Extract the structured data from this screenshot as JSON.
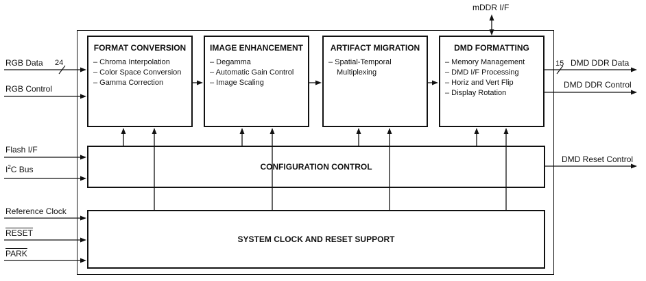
{
  "blocks": [
    {
      "title": "FORMAT CONVERSION",
      "items": [
        "– Chroma Interpolation",
        "– Color Space Conversion",
        "– Gamma Correction"
      ]
    },
    {
      "title": "IMAGE ENHANCEMENT",
      "items": [
        "– Degamma",
        "– Automatic Gain Control",
        "– Image Scaling"
      ]
    },
    {
      "title": "ARTIFACT MIGRATION",
      "items": [
        "– Spatial-Temporal Multiplexing"
      ]
    },
    {
      "title": "DMD FORMATTING",
      "items": [
        "– Memory Management",
        "– DMD I/F Processing",
        "– Horiz and Vert Flip",
        "– Display Rotation"
      ]
    }
  ],
  "wide_blocks": [
    {
      "title": "CONFIGURATION CONTROL"
    },
    {
      "title": "SYSTEM CLOCK AND RESET SUPPORT"
    }
  ],
  "ports": {
    "mddr": {
      "label": "mDDR I/F"
    },
    "inputs": [
      {
        "label": "RGB Data",
        "bus_width": "24"
      },
      {
        "label": "RGB Control"
      },
      {
        "label": "Flash I/F"
      },
      {
        "label_base": "I",
        "label_sup": "2",
        "label_rest": "C Bus"
      },
      {
        "label": "Reference Clock"
      },
      {
        "label": "RESET"
      },
      {
        "label": "PARK"
      }
    ],
    "outputs": [
      {
        "label": "DMD DDR Data",
        "bus_width": "15"
      },
      {
        "label": "DMD DDR Control"
      },
      {
        "label": "DMD Reset Control"
      }
    ]
  },
  "colors": {
    "line": "#111111",
    "background": "#ffffff",
    "text": "#111111"
  }
}
